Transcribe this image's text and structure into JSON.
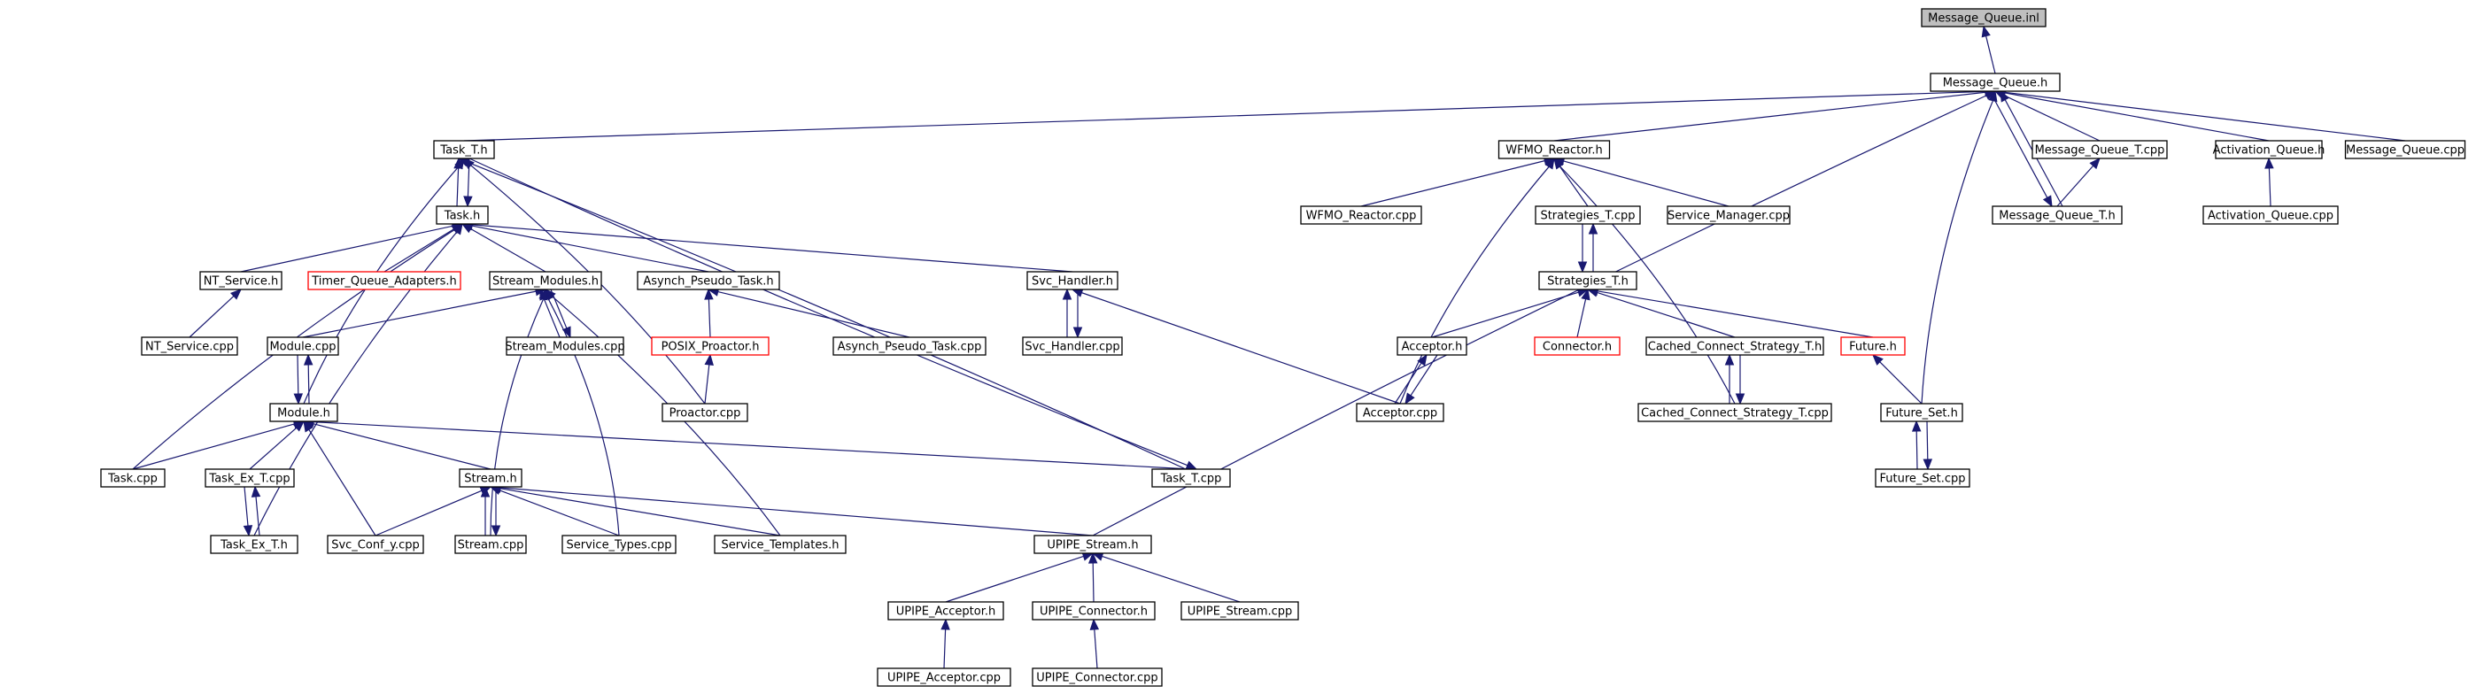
{
  "graph": {
    "edge_color": "#191970",
    "border_highlight_color": "#ff0000",
    "root_fill": "#bfbfbf",
    "nodes": [
      {
        "id": "mqinl",
        "label": "Message_Queue.inl",
        "style": "root"
      },
      {
        "id": "mqh",
        "label": "Message_Queue.h"
      },
      {
        "id": "taskth",
        "label": "Task_T.h"
      },
      {
        "id": "wfmoh",
        "label": "WFMO_Reactor.h"
      },
      {
        "id": "mqtcpp",
        "label": "Message_Queue_T.cpp"
      },
      {
        "id": "aqh",
        "label": "Activation_Queue.h"
      },
      {
        "id": "mqcpp",
        "label": "Message_Queue.cpp"
      },
      {
        "id": "taskh",
        "label": "Task.h"
      },
      {
        "id": "wfmocpp",
        "label": "WFMO_Reactor.cpp"
      },
      {
        "id": "strattcpp",
        "label": "Strategies_T.cpp"
      },
      {
        "id": "smcpp",
        "label": "Service_Manager.cpp"
      },
      {
        "id": "mqth",
        "label": "Message_Queue_T.h"
      },
      {
        "id": "aqcpp",
        "label": "Activation_Queue.cpp"
      },
      {
        "id": "ntsh",
        "label": "NT_Service.h"
      },
      {
        "id": "tqah",
        "label": "Timer_Queue_Adapters.h",
        "style": "red"
      },
      {
        "id": "smh",
        "label": "Stream_Modules.h"
      },
      {
        "id": "apth",
        "label": "Asynch_Pseudo_Task.h"
      },
      {
        "id": "svchh",
        "label": "Svc_Handler.h"
      },
      {
        "id": "stratth",
        "label": "Strategies_T.h"
      },
      {
        "id": "ntscpp",
        "label": "NT_Service.cpp"
      },
      {
        "id": "modcpp",
        "label": "Module.cpp"
      },
      {
        "id": "smcpp2",
        "label": "Stream_Modules.cpp"
      },
      {
        "id": "pph",
        "label": "POSIX_Proactor.h",
        "style": "red"
      },
      {
        "id": "aptcpp",
        "label": "Asynch_Pseudo_Task.cpp"
      },
      {
        "id": "svchcpp",
        "label": "Svc_Handler.cpp"
      },
      {
        "id": "acch",
        "label": "Acceptor.h"
      },
      {
        "id": "conh",
        "label": "Connector.h",
        "style": "red"
      },
      {
        "id": "ccsth",
        "label": "Cached_Connect_Strategy_T.h"
      },
      {
        "id": "futh",
        "label": "Future.h",
        "style": "red"
      },
      {
        "id": "modh",
        "label": "Module.h"
      },
      {
        "id": "procpp",
        "label": "Proactor.cpp"
      },
      {
        "id": "acccpp",
        "label": "Acceptor.cpp"
      },
      {
        "id": "ccstcpp",
        "label": "Cached_Connect_Strategy_T.cpp"
      },
      {
        "id": "fsh",
        "label": "Future_Set.h"
      },
      {
        "id": "taskcpp",
        "label": "Task.cpp"
      },
      {
        "id": "taskexth",
        "label": "Task_Ex_T.cpp"
      },
      {
        "id": "strh",
        "label": "Stream.h"
      },
      {
        "id": "tasktcpp",
        "label": "Task_T.cpp"
      },
      {
        "id": "fscpp",
        "label": "Future_Set.cpp"
      },
      {
        "id": "taskexthh",
        "label": "Task_Ex_T.h"
      },
      {
        "id": "svccy",
        "label": "Svc_Conf_y.cpp"
      },
      {
        "id": "strcpp",
        "label": "Stream.cpp"
      },
      {
        "id": "stcpp",
        "label": "Service_Types.cpp"
      },
      {
        "id": "sth",
        "label": "Service_Templates.h"
      },
      {
        "id": "upsh",
        "label": "UPIPE_Stream.h"
      },
      {
        "id": "upah",
        "label": "UPIPE_Acceptor.h"
      },
      {
        "id": "upch",
        "label": "UPIPE_Connector.h"
      },
      {
        "id": "upscpp",
        "label": "UPIPE_Stream.cpp"
      },
      {
        "id": "upacpp",
        "label": "UPIPE_Acceptor.cpp"
      },
      {
        "id": "upccpp",
        "label": "UPIPE_Connector.cpp"
      }
    ],
    "edges": [
      [
        "mqh",
        "mqinl"
      ],
      [
        "taskth",
        "mqh"
      ],
      [
        "wfmoh",
        "mqh"
      ],
      [
        "mqtcpp",
        "mqh"
      ],
      [
        "aqh",
        "mqh"
      ],
      [
        "mqcpp",
        "mqh"
      ],
      [
        "mqth",
        "mqh"
      ],
      [
        "fsh",
        "mqh"
      ],
      [
        "upsh",
        "mqh"
      ],
      [
        "taskh",
        "taskth"
      ],
      [
        "tasktcpp",
        "taskth"
      ],
      [
        "modh",
        "taskth"
      ],
      [
        "procpp",
        "taskth"
      ],
      [
        "wfmocpp",
        "wfmoh"
      ],
      [
        "strattcpp",
        "wfmoh"
      ],
      [
        "smcpp",
        "wfmoh"
      ],
      [
        "acccpp",
        "wfmoh"
      ],
      [
        "ccstcpp",
        "wfmoh"
      ],
      [
        "mqth",
        "mqtcpp"
      ],
      [
        "aqcpp",
        "aqh"
      ],
      [
        "mqh",
        "mqth"
      ],
      [
        "taskth",
        "taskh"
      ],
      [
        "ntsh",
        "taskh"
      ],
      [
        "tqah",
        "taskh"
      ],
      [
        "smh",
        "taskh"
      ],
      [
        "apth",
        "taskh"
      ],
      [
        "svchh",
        "taskh"
      ],
      [
        "taskcpp",
        "taskh"
      ],
      [
        "taskexthh",
        "taskh"
      ],
      [
        "stratth",
        "strattcpp"
      ],
      [
        "strattcpp",
        "stratth"
      ],
      [
        "ntscpp",
        "ntsh"
      ],
      [
        "modcpp",
        "smh"
      ],
      [
        "smcpp2",
        "smh"
      ],
      [
        "stcpp",
        "smh"
      ],
      [
        "strcpp",
        "smh"
      ],
      [
        "smh",
        "smcpp2"
      ],
      [
        "pph",
        "apth"
      ],
      [
        "aptcpp",
        "apth"
      ],
      [
        "svchcpp",
        "svchh"
      ],
      [
        "svchh",
        "svchcpp"
      ],
      [
        "acccpp",
        "svchh"
      ],
      [
        "acch",
        "stratth"
      ],
      [
        "conh",
        "stratth"
      ],
      [
        "ccsth",
        "stratth"
      ],
      [
        "futh",
        "stratth"
      ],
      [
        "modh",
        "modcpp"
      ],
      [
        "modcpp",
        "modh"
      ],
      [
        "procpp",
        "pph"
      ],
      [
        "sth",
        "smh"
      ],
      [
        "acccpp",
        "acch"
      ],
      [
        "acch",
        "acccpp"
      ],
      [
        "ccstcpp",
        "ccsth"
      ],
      [
        "ccsth",
        "ccstcpp"
      ],
      [
        "fsh",
        "futh"
      ],
      [
        "taskcpp",
        "modh"
      ],
      [
        "taskexth",
        "modh"
      ],
      [
        "strh",
        "modh"
      ],
      [
        "tasktcpp",
        "modh"
      ],
      [
        "svccy",
        "modh"
      ],
      [
        "fscpp",
        "fsh"
      ],
      [
        "fsh",
        "fscpp"
      ],
      [
        "taskexthh",
        "taskexth"
      ],
      [
        "taskexth",
        "taskexthh"
      ],
      [
        "svccy",
        "strh"
      ],
      [
        "strcpp",
        "strh"
      ],
      [
        "stcpp",
        "strh"
      ],
      [
        "sth",
        "strh"
      ],
      [
        "upsh",
        "strh"
      ],
      [
        "strh",
        "strcpp"
      ],
      [
        "upah",
        "upsh"
      ],
      [
        "upch",
        "upsh"
      ],
      [
        "upscpp",
        "upsh"
      ],
      [
        "upacpp",
        "upah"
      ],
      [
        "upccpp",
        "upch"
      ],
      [
        "taskth",
        "tasktcpp"
      ]
    ]
  }
}
